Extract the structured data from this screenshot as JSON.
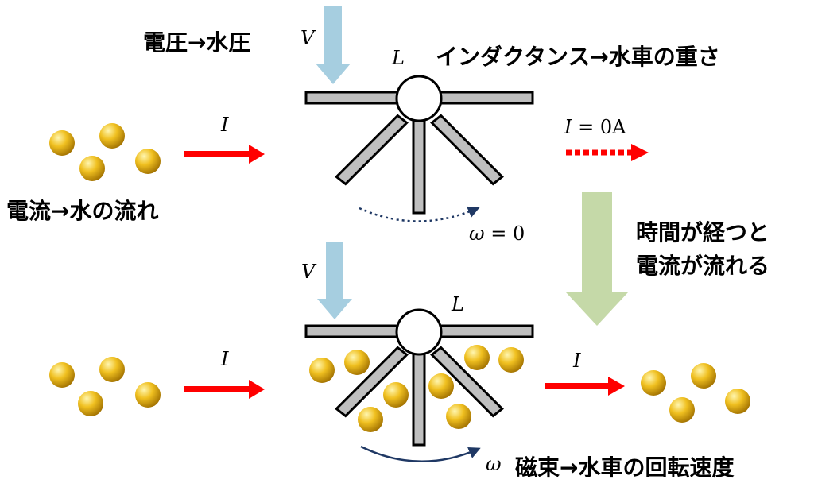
{
  "labels": {
    "voltage_analogy": "電圧→水圧",
    "inductance_analogy": "インダクタンス→水車の重さ",
    "current_analogy": "電流→水の流れ",
    "time_passes_line1": "時間が経つと",
    "time_passes_line2": "電流が流れる",
    "flux_analogy": "磁束→水車の回転速度"
  },
  "symbols": {
    "V": "V",
    "L": "L",
    "I": "I",
    "I_zero_var": "I",
    "I_zero_value": " = 0A",
    "omega": "ω",
    "omega_zero_value": " = 0"
  },
  "colors": {
    "water_arrow": "#a6cee0",
    "current_arrow": "#ff0000",
    "time_arrow": "#c5d9a8",
    "spoke_fill": "#bfbfbf",
    "ball": "#f0c020",
    "omega_arrow": "#1f3864"
  },
  "icons": {
    "ball": "gold-sphere-icon",
    "wheel": "waterwheel-icon"
  }
}
